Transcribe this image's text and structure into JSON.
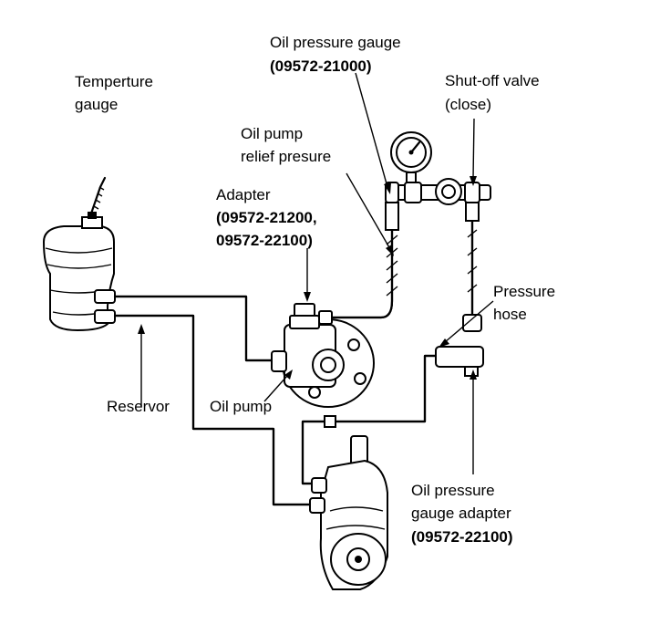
{
  "labels": {
    "temperature_gauge": [
      "Temperture",
      "gauge"
    ],
    "oil_pressure_gauge": {
      "name": "Oil pressure gauge",
      "part": "(09572-21000)"
    },
    "oil_pump_relief": [
      "Oil pump",
      "relief presure"
    ],
    "shutoff_valve": [
      "Shut-off valve",
      "(close)"
    ],
    "adapter": {
      "name": "Adapter",
      "parts": [
        "(09572-21200,",
        "09572-22100)"
      ]
    },
    "pressure_hose": [
      "Pressure",
      "hose"
    ],
    "reservor": "Reservor",
    "oil_pump": "Oil pump",
    "gauge_adapter": {
      "lines": [
        "Oil pressure",
        "gauge adapter"
      ],
      "part": "(09572-22100)"
    }
  }
}
